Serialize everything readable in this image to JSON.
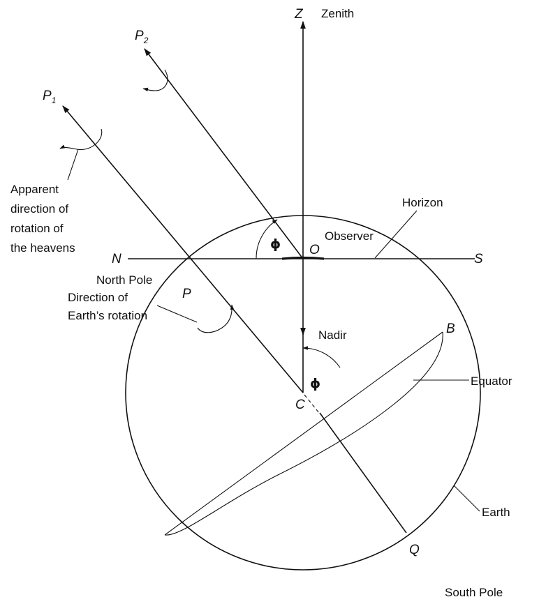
{
  "labels": {
    "zenith": "Zenith",
    "z": "Z",
    "p2": "P",
    "p2_sub": "2",
    "p1": "P",
    "p1_sub": "1",
    "apparent_1": "Apparent",
    "apparent_2": "direction of",
    "apparent_3": "rotation of",
    "apparent_4": "the heavens",
    "horizon": "Horizon",
    "observer": "Observer",
    "o": "O",
    "n": "N",
    "s": "S",
    "phi_top": "ϕ",
    "north_pole": "North Pole",
    "p": "P",
    "dir_earth_1": "Direction of",
    "dir_earth_2": "Earth’s rotation",
    "nadir": "Nadir",
    "b": "B",
    "equator": "Equator",
    "phi_center": "ϕ",
    "c": "C",
    "earth": "Earth",
    "q": "Q",
    "south_pole": "South Pole"
  },
  "colors": {
    "ink": "#111111",
    "background": "#ffffff"
  }
}
